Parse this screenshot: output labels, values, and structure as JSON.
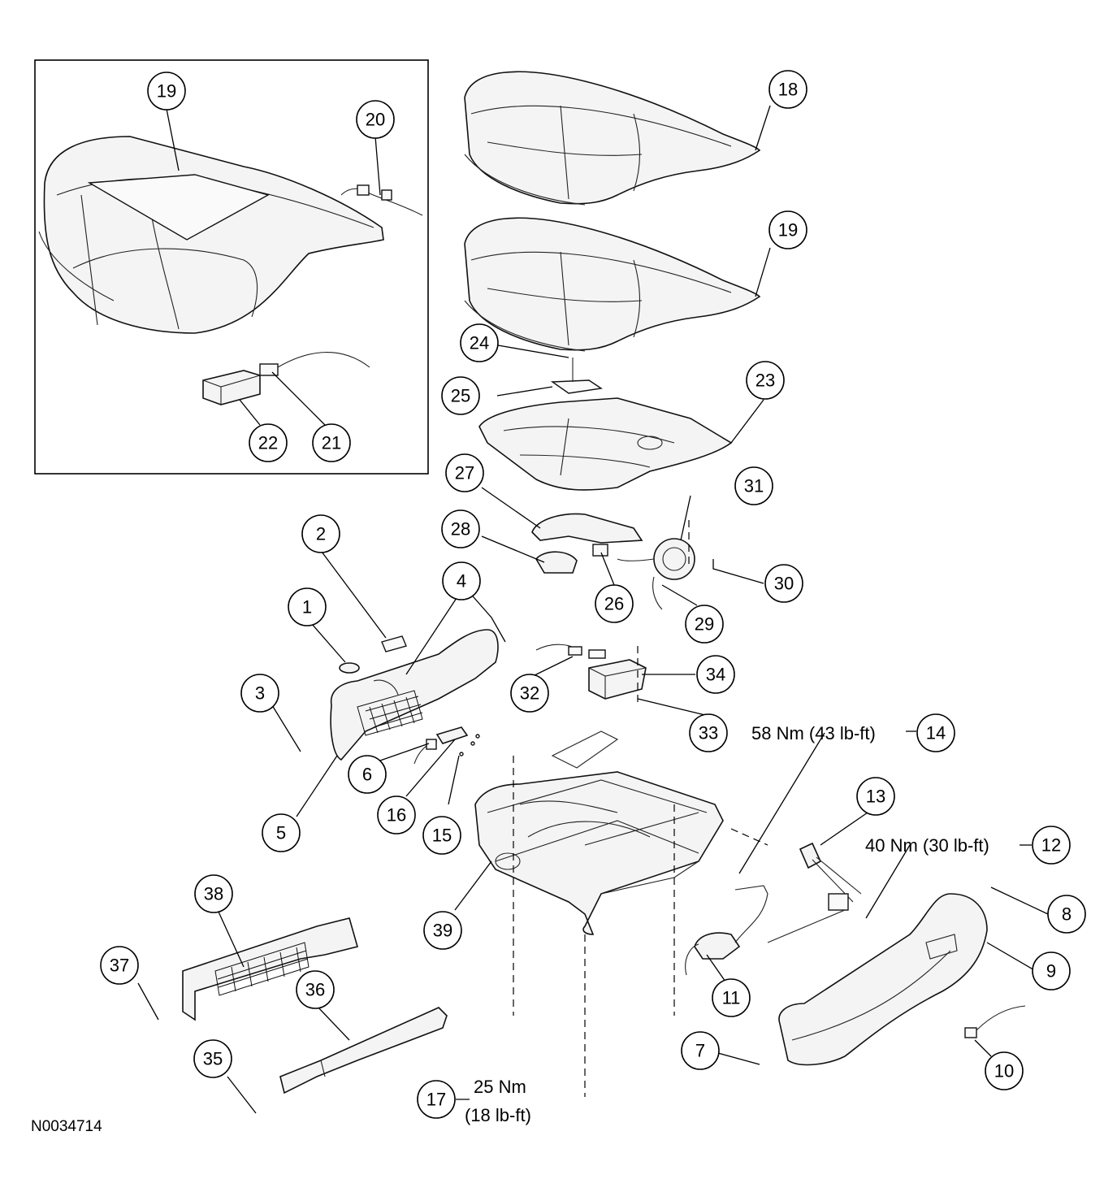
{
  "diagram": {
    "reference_code": "N0034714",
    "callouts": {
      "c1": "1",
      "c2": "2",
      "c3": "3",
      "c4": "4",
      "c5": "5",
      "c6": "6",
      "c7": "7",
      "c8": "8",
      "c9": "9",
      "c10": "10",
      "c11": "11",
      "c12": "12",
      "c13": "13",
      "c14": "14",
      "c15": "15",
      "c16": "16",
      "c17": "17",
      "c18": "18",
      "c19_inset": "19",
      "c19": "19",
      "c20": "20",
      "c21": "21",
      "c22": "22",
      "c23": "23",
      "c24": "24",
      "c25": "25",
      "c26": "26",
      "c27": "27",
      "c28": "28",
      "c29": "29",
      "c30": "30",
      "c31": "31",
      "c32": "32",
      "c33": "33",
      "c34": "34",
      "c35": "35",
      "c36": "36",
      "c37": "37",
      "c38": "38",
      "c39": "39"
    },
    "torque_specs": {
      "t14": "58 Nm (43 lb-ft)",
      "t12": "40 Nm (30 lb-ft)",
      "t17_line1": "25 Nm",
      "t17_line2": "(18 lb-ft)"
    }
  }
}
